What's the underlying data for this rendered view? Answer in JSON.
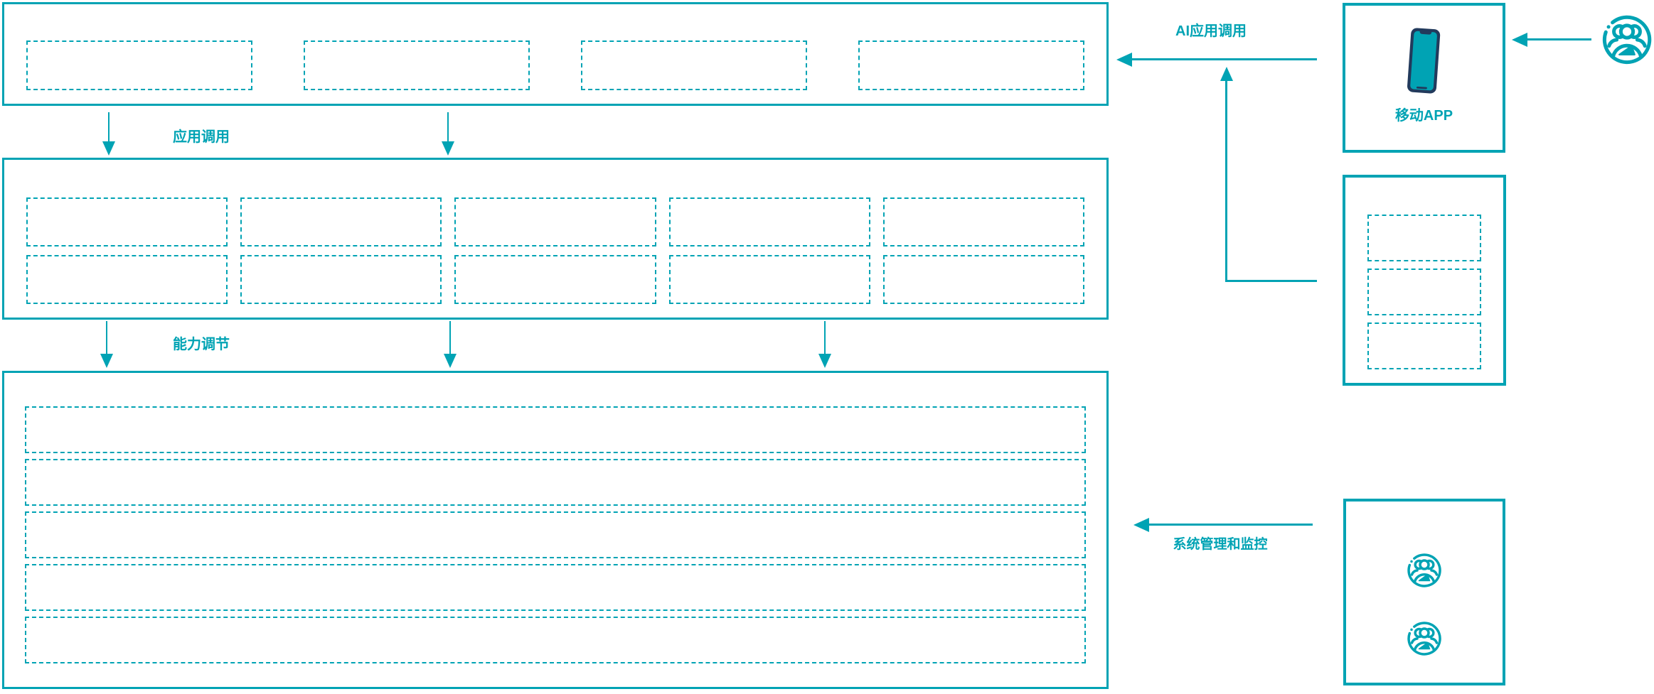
{
  "palette": {
    "teal": "#00a3b4",
    "navy": "#223a5c",
    "background": "#ffffff"
  },
  "labels": {
    "app_call": "应用调用",
    "capability_adjust": "能力调节",
    "ai_app_call": "AI应用调用",
    "system_monitor": "系统管理和监控",
    "mobile_app": "移动APP"
  },
  "structure": {
    "top_layer_placeholder_count": 4,
    "middle_layer_placeholder_count": 10,
    "bottom_layer_placeholder_count": 5,
    "gateway_placeholder_count": 3,
    "admin_user_icon_count": 2
  },
  "icons": {
    "user_group": "users-icon",
    "phone": "mobile-phone-icon"
  }
}
